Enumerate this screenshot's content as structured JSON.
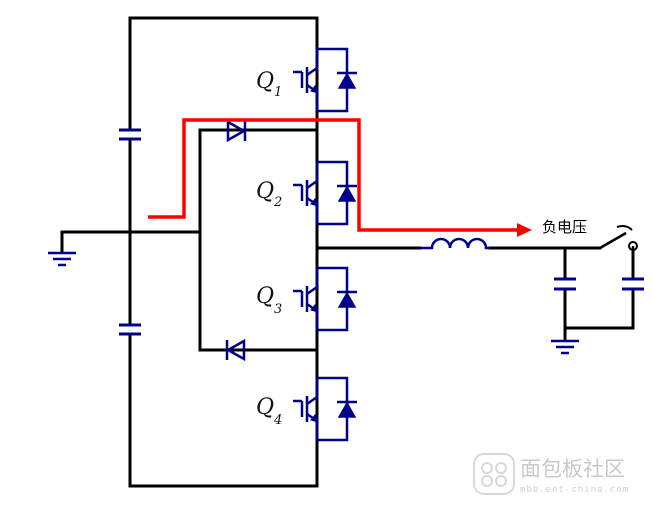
{
  "transistors": [
    {
      "letter": "Q",
      "sub": "1"
    },
    {
      "letter": "Q",
      "sub": "2"
    },
    {
      "letter": "Q",
      "sub": "3"
    },
    {
      "letter": "Q",
      "sub": "4"
    }
  ],
  "output_label": "负电压",
  "watermark": {
    "title": "面包板社区",
    "url": "mbb.eet-china.com"
  },
  "colors": {
    "wire": "#000000",
    "component": "#00008b",
    "current_path": "#ff0000",
    "watermark": "#cccccc"
  },
  "icons": [
    "ground-icon",
    "capacitor-icon",
    "diode-icon",
    "igbt-icon",
    "inductor-icon",
    "switch-icon",
    "arrow-icon"
  ]
}
